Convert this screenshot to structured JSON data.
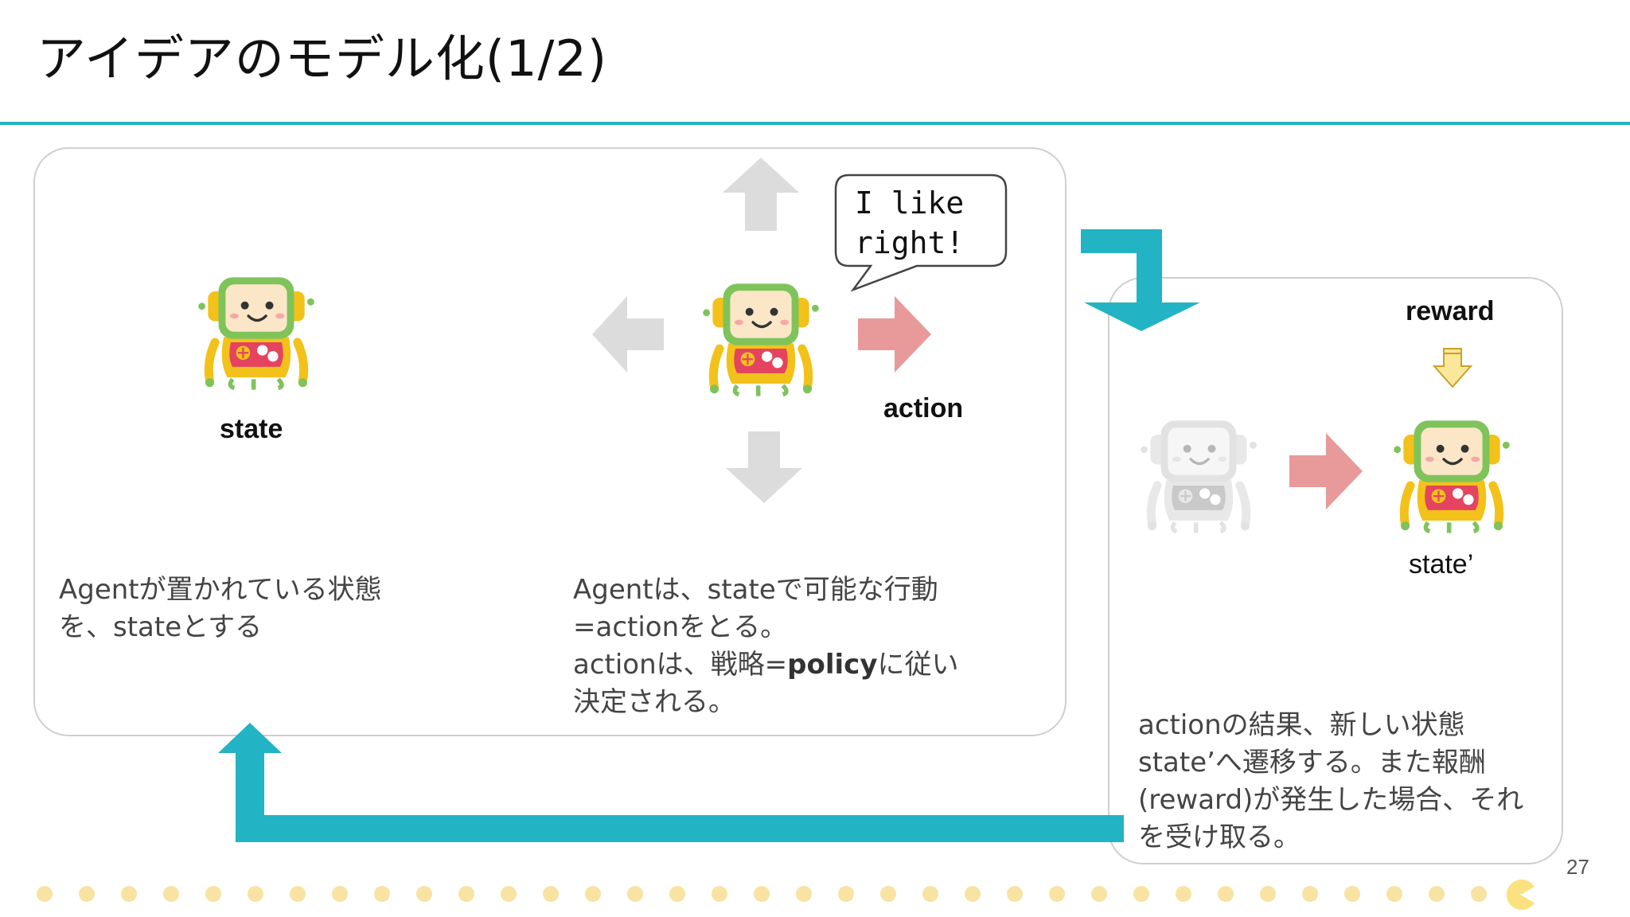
{
  "slide": {
    "title": "アイデアのモデル化(1/2)",
    "page_number": "27"
  },
  "left_panel": {
    "agent_label": "state",
    "description": "Agentが置かれている状態を、stateとする"
  },
  "center": {
    "bubble_line1": "I like",
    "bubble_line2": "right!",
    "action_label": "action",
    "desc_line1": "Agentは、stateで可能な行動",
    "desc_line2": "=actionをとる。",
    "desc_line3_prefix": "actionは、戦略=",
    "desc_line3_bold": "policy",
    "desc_line3_suffix": "に従い",
    "desc_line4": "決定される。"
  },
  "right_panel": {
    "reward_label": "reward",
    "next_state_label": "state’",
    "description": "actionの結果、新しい状態state’へ遷移する。また報酬(reward)が発生した場合、それを受け取る。"
  },
  "colors": {
    "accent_teal": "#22b3c4",
    "arrow_pink": "#e89a9a",
    "arrow_gray": "#dcdcdc",
    "reward_arrow": "#fbe79a",
    "dot_yellow": "#f8e3a3",
    "pacman_yellow": "#fbe17f"
  }
}
